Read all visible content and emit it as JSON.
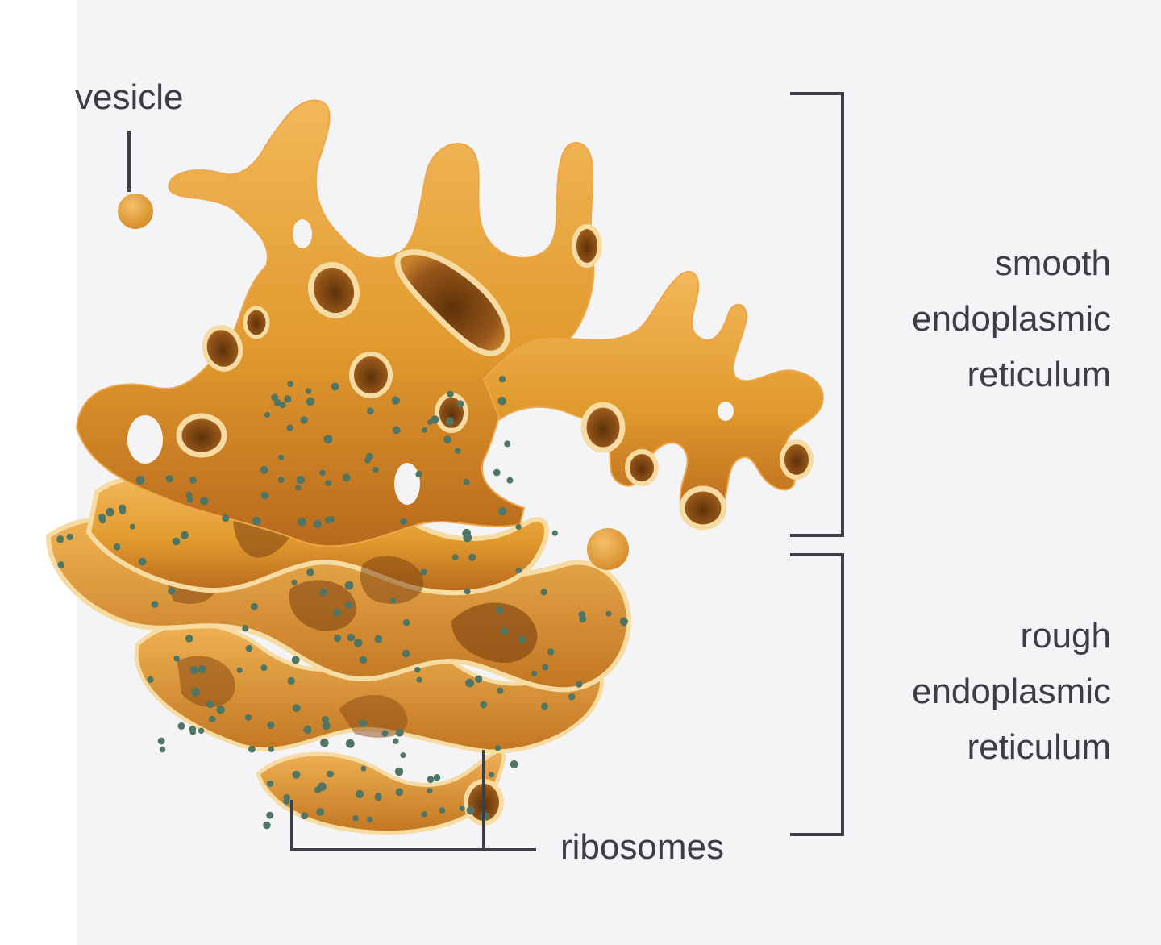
{
  "labels": {
    "vesicle": "vesicle",
    "smooth_er": [
      "smooth",
      "endoplasmic",
      "reticulum"
    ],
    "rough_er": [
      "rough",
      "endoplasmic",
      "reticulum"
    ],
    "ribosomes": "ribosomes"
  },
  "colors": {
    "background": "#f4f3f6",
    "membrane_light": "#eeb04a",
    "membrane_mid": "#e19a2e",
    "membrane_dark": "#a85f1a",
    "lumen_edge": "#f6dca2",
    "ribosome": "#4f7565",
    "leader_line": "#3b3e44"
  }
}
